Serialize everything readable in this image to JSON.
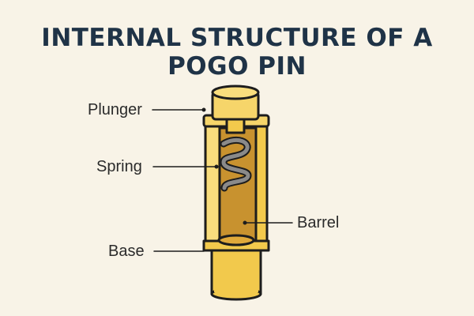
{
  "title": {
    "line1": "INTERNAL STRUCTURE OF A",
    "line2": "POGO PIN"
  },
  "labels": {
    "plunger": "Plunger",
    "spring": "Spring",
    "barrel": "Barrel",
    "base": "Base"
  },
  "colors": {
    "background": "#f8f3e7",
    "title": "#1f3347",
    "gold_light": "#f7d86e",
    "gold": "#f2c94c",
    "gold_dark": "#c9952a",
    "barrel_interior": "#c8922f",
    "spring": "#8a8a8a",
    "outline": "#1d1d1d"
  }
}
